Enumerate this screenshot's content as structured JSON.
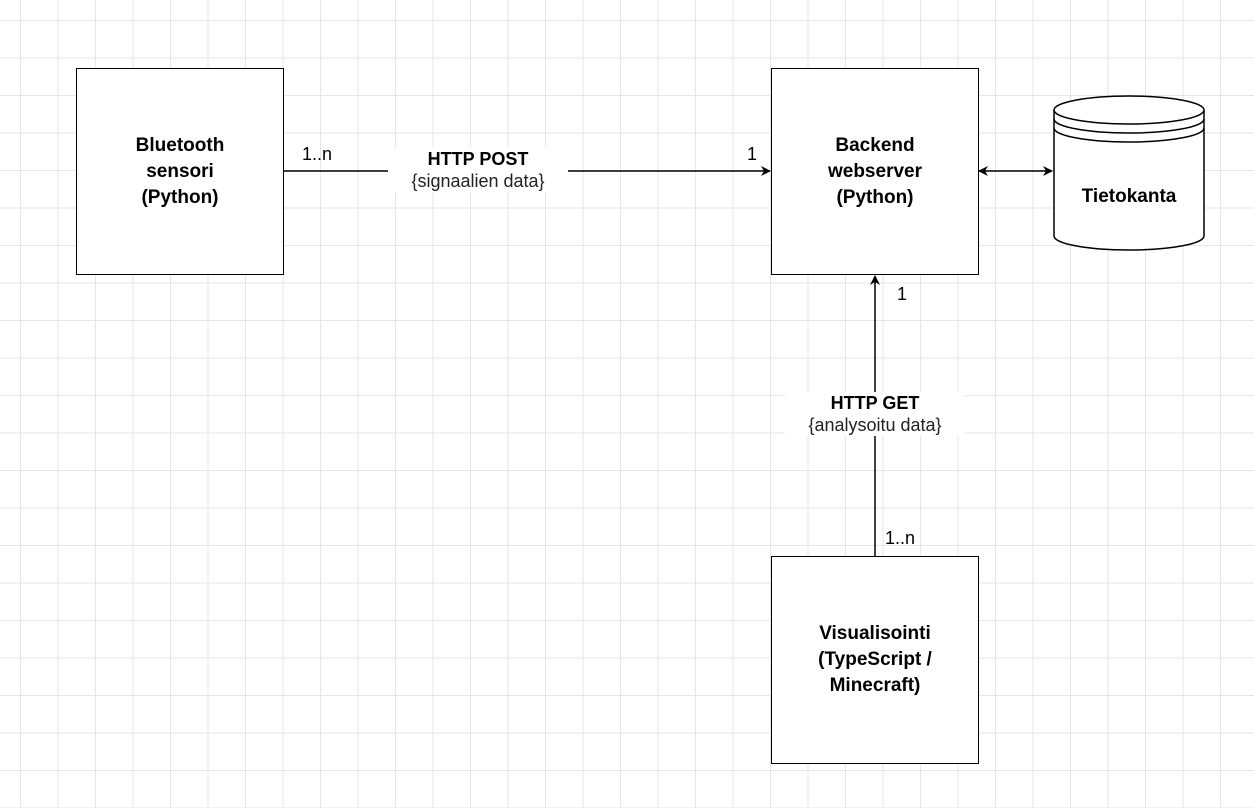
{
  "diagram": {
    "nodes": {
      "sensor": {
        "lines": [
          "Bluetooth",
          "sensori",
          "(Python)"
        ]
      },
      "backend": {
        "lines": [
          "Backend",
          "webserver",
          "(Python)"
        ]
      },
      "database": {
        "label": "Tietokanta"
      },
      "visualization": {
        "lines": [
          "Visualisointi",
          "(TypeScript /",
          "Minecraft)"
        ]
      }
    },
    "edges": {
      "post": {
        "title": "HTTP POST",
        "payload": "{signaalien data}",
        "source_multiplicity": "1..n",
        "target_multiplicity": "1"
      },
      "get": {
        "title": "HTTP GET",
        "payload": "{analysoitu data}",
        "source_multiplicity": "1..n",
        "target_multiplicity": "1"
      }
    }
  },
  "colors": {
    "stroke": "#000000",
    "grid": "#e6e6e6",
    "background": "#ffffff"
  }
}
